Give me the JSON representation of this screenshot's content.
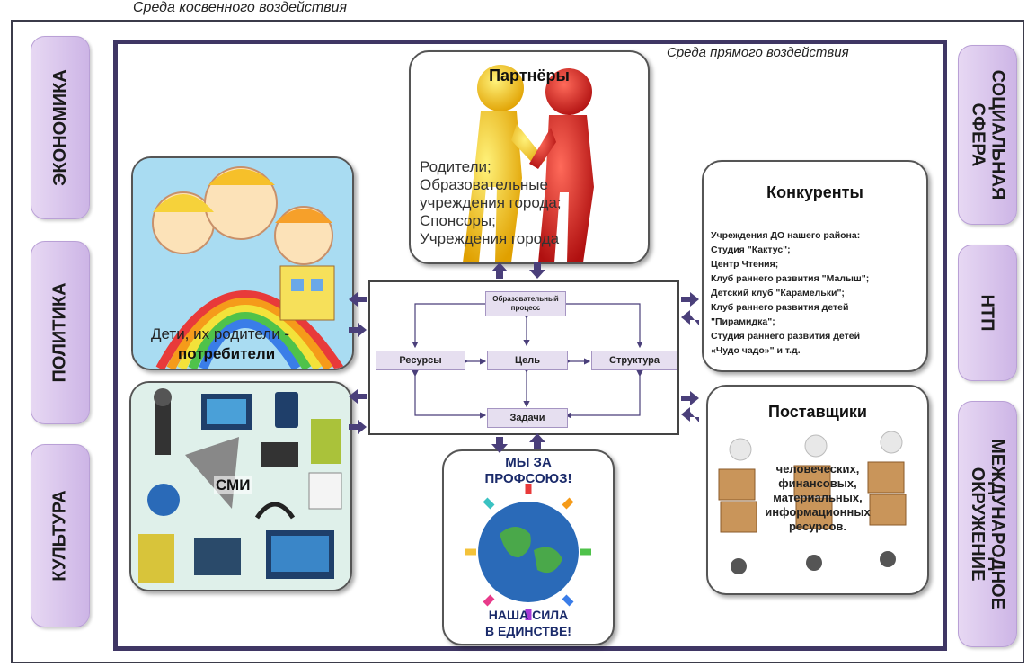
{
  "outer_label": "Среда косвенного воздействия",
  "inner_label": "Среда прямого воздействия",
  "factors_left": [
    "ЭКОНОМИКА",
    "ПОЛИТИКА",
    "КУЛЬТУРА"
  ],
  "factors_right": [
    "СОЦИАЛЬНАЯ СФЕРА",
    "НТП",
    "МЕЖДУНАРОДНОЕ ОКРУЖЕНИЕ"
  ],
  "partners": {
    "title": "Партнёры",
    "lines": [
      "Родители;",
      "Образовательные",
      "учреждения города;",
      "Спонсоры;",
      "Учреждения города"
    ]
  },
  "children": {
    "line1": "Дети, их родители -",
    "line2": "потребители"
  },
  "competitors": {
    "title": "Конкуренты",
    "lines": [
      "Учреждения ДО нашего района:",
      "Студия \"Кактус\";",
      "Центр Чтения;",
      "Клуб раннего развития \"Малыш\";",
      "Детский клуб \"Карамельки\";",
      " Клуб раннего развития детей",
      "\"Пирамидка\";",
      " Студия раннего развития детей",
      "«Чудо чадо»\" и т.д."
    ]
  },
  "media": {
    "label": "СМИ"
  },
  "suppliers": {
    "title": "Поставщики",
    "lines": [
      "человеческих,",
      "финансовых,",
      "материальных,",
      "информационных",
      "ресурсов."
    ]
  },
  "union": {
    "top1": "МЫ ЗА",
    "top2": "ПРОФСОЮЗ!",
    "bottom1": "НАША СИЛА",
    "bottom2": "В ЕДИНСТВЕ!"
  },
  "center": {
    "process": "Образовательный процесс",
    "resources": "Ресурсы",
    "goal": "Цель",
    "structure": "Структура",
    "tasks": "Задачи"
  },
  "colors": {
    "accent": "#4a3f7a",
    "factor_fill": "#d9c6ec",
    "node_fill": "#e6dff0"
  }
}
